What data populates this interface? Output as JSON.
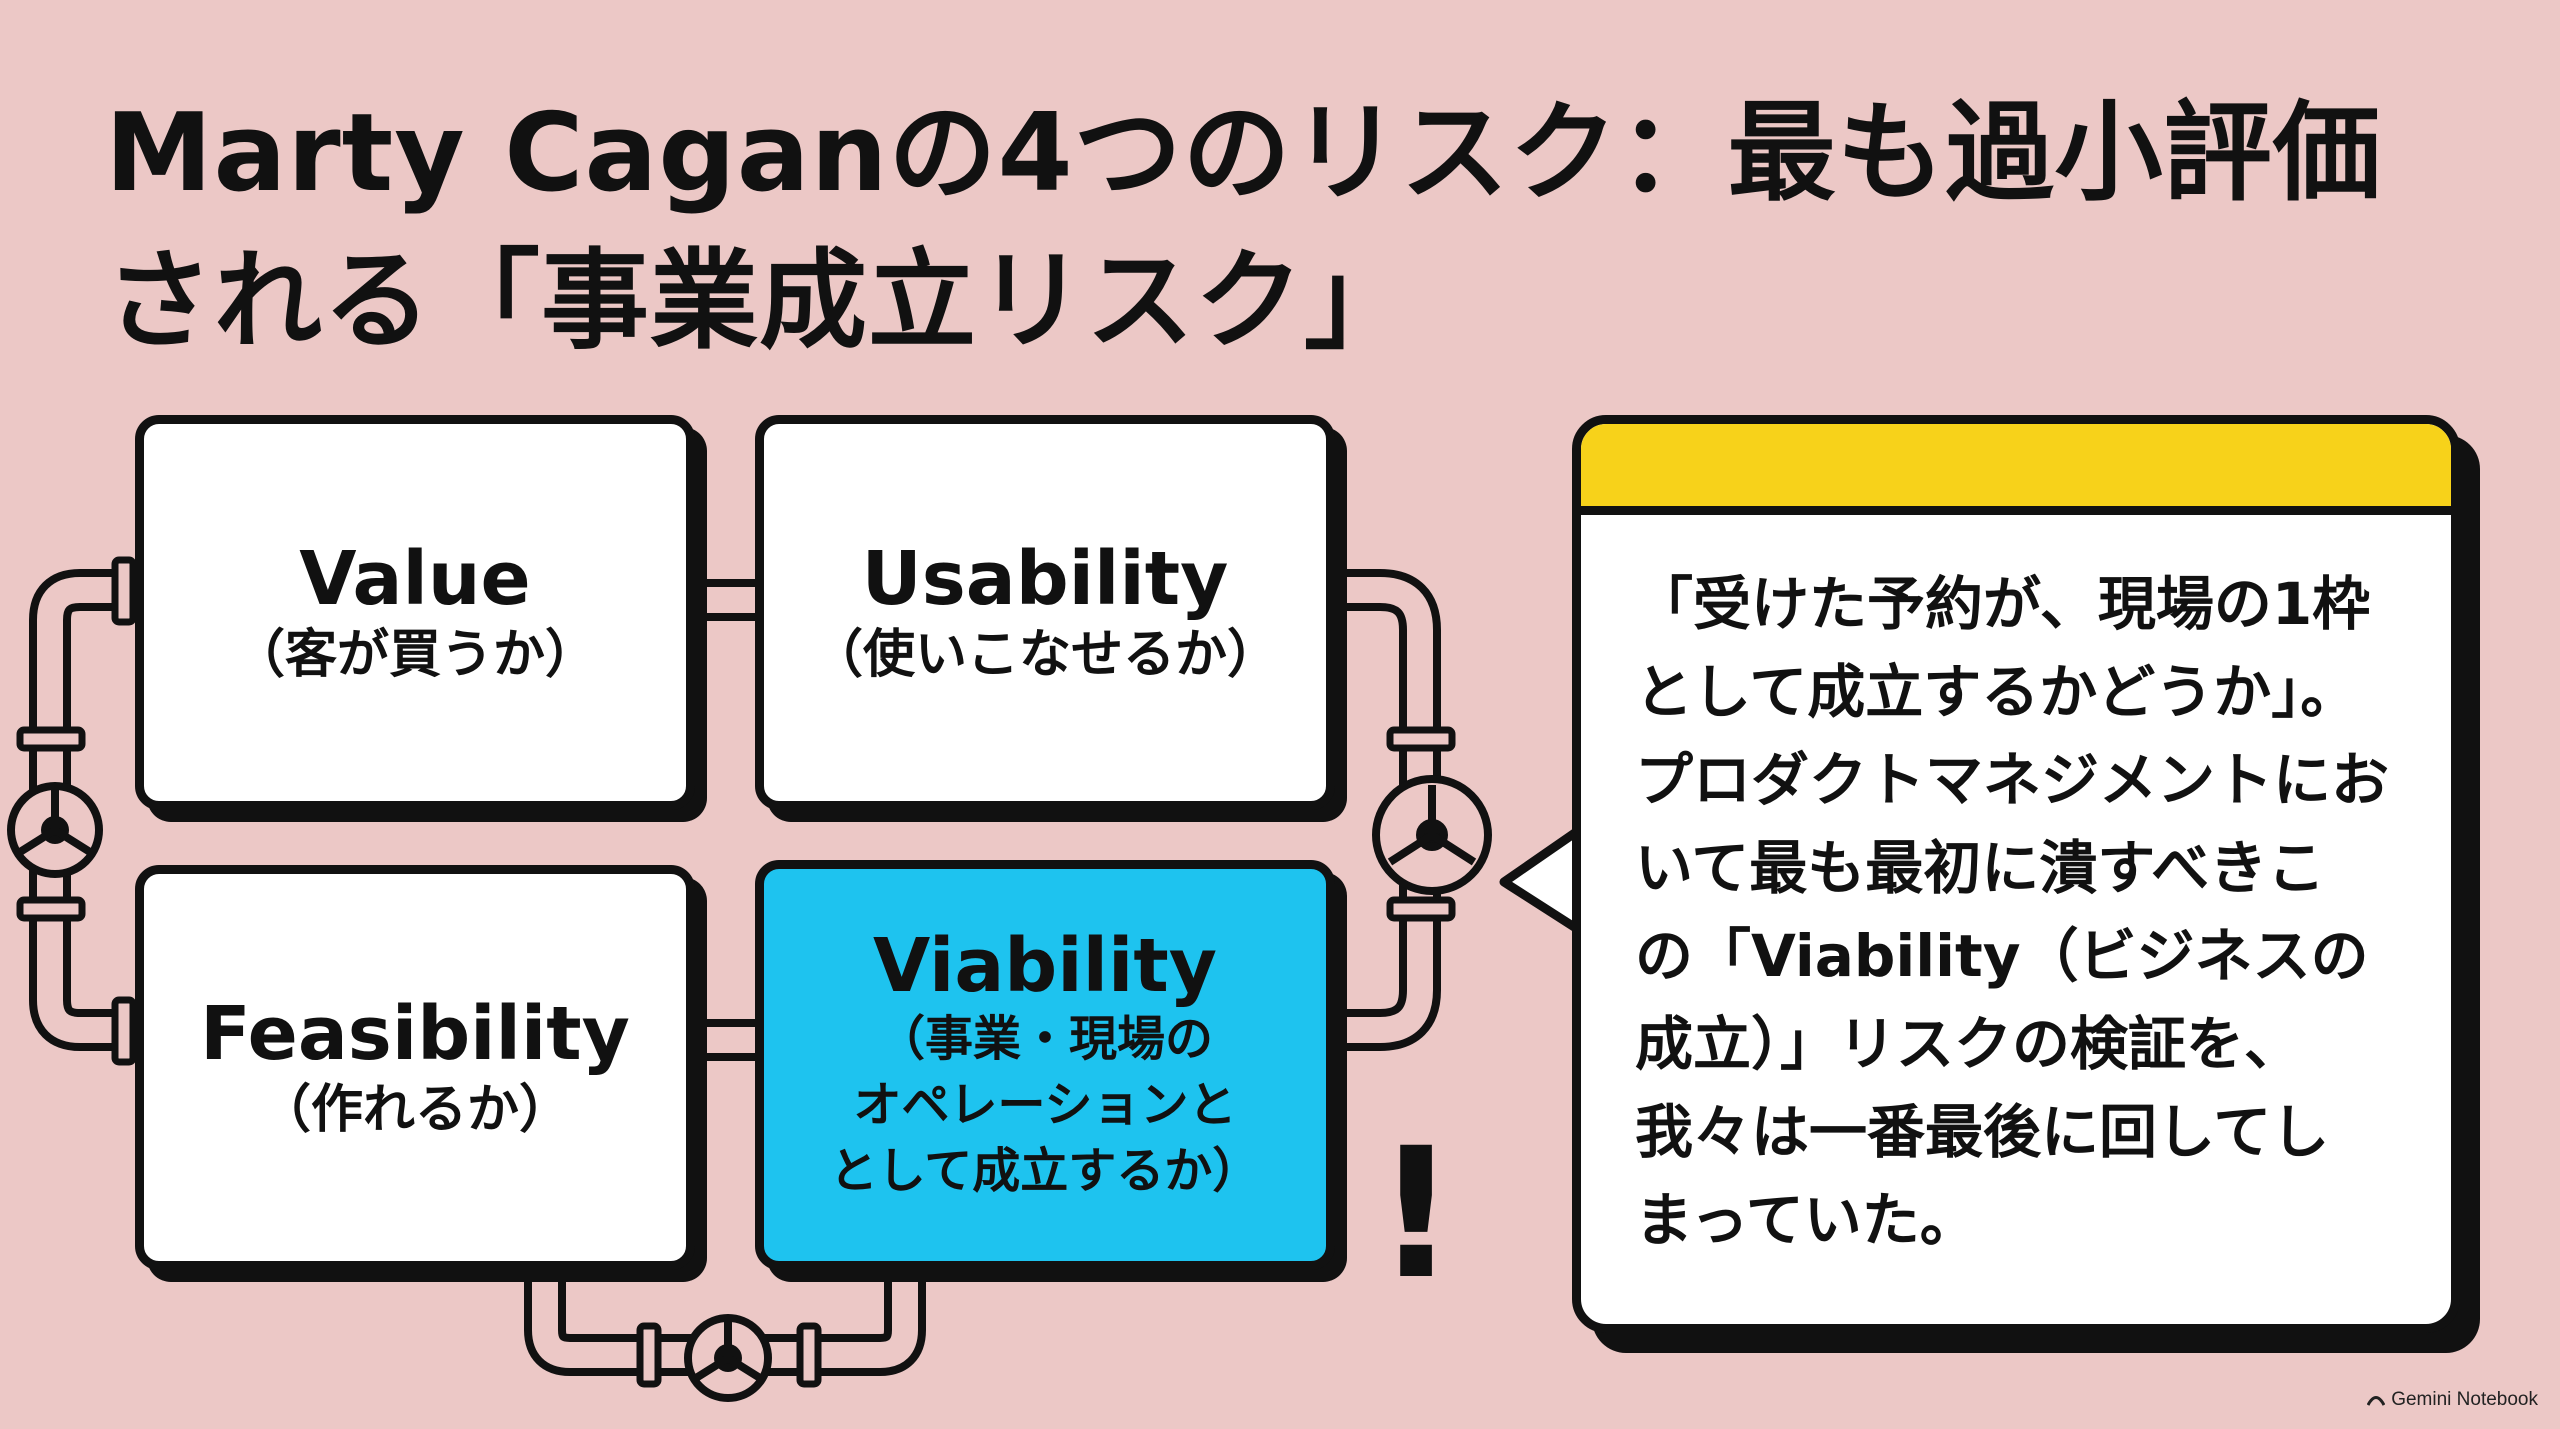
{
  "title": "Marty Caganの4つのリスク：最も過小評価される「事業成立リスク」",
  "risks": [
    {
      "name": "Value",
      "desc": "（客が買うか）"
    },
    {
      "name": "Usability",
      "desc": "（使いこなせるか）"
    },
    {
      "name": "Feasibility",
      "desc": "（作れるか）"
    },
    {
      "name": "Viability",
      "desc": "（事業・現場の\nオペレーションと\nとして成立するか）"
    }
  ],
  "highlight_color": "#1ec3ef",
  "exclamation": "!",
  "callout": {
    "band_color": "#f7d21a",
    "text": "「受けた予約が、現場の1枠\nとして成立するかどうか」。\nプロダクトマネジメントにお\nいて最も最初に潰すべきこ\nの「Viability（ビジネスの\n成立）」リスクの検証を、\n我々は一番最後に回してし\nまっていた。"
  },
  "footer": {
    "label": "Gemini Notebook",
    "icon": "gemini-logo-icon"
  }
}
